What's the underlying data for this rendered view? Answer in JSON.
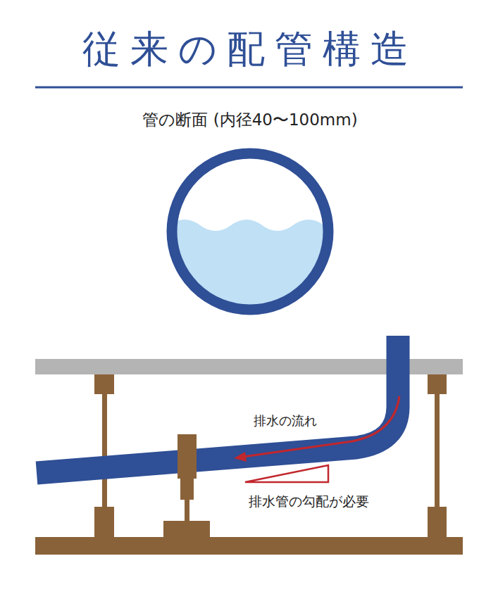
{
  "diagram": {
    "title": "従来の配管構造",
    "labels": [
      "管の断面 (内径40〜100mm)",
      "排水の流れ",
      "排水管の勾配が必要"
    ]
  }
}
